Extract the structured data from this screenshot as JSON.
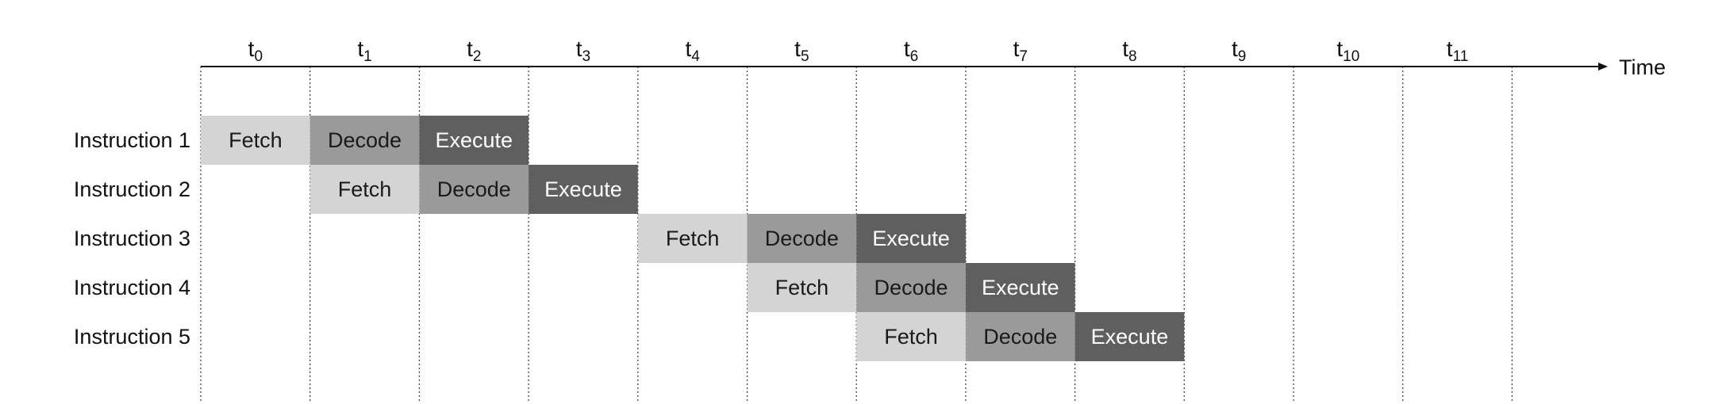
{
  "axis": {
    "label": "Time",
    "ticks": [
      {
        "base": "t",
        "sub": "0"
      },
      {
        "base": "t",
        "sub": "1"
      },
      {
        "base": "t",
        "sub": "2"
      },
      {
        "base": "t",
        "sub": "3"
      },
      {
        "base": "t",
        "sub": "4"
      },
      {
        "base": "t",
        "sub": "5"
      },
      {
        "base": "t",
        "sub": "6"
      },
      {
        "base": "t",
        "sub": "7"
      },
      {
        "base": "t",
        "sub": "8"
      },
      {
        "base": "t",
        "sub": "9"
      },
      {
        "base": "t",
        "sub": "10"
      },
      {
        "base": "t",
        "sub": "11"
      }
    ]
  },
  "stage_colors": {
    "Fetch": {
      "fill": "#d4d4d4",
      "text": "#1a1a1a"
    },
    "Decode": {
      "fill": "#9a9a9a",
      "text": "#1a1a1a"
    },
    "Execute": {
      "fill": "#5f5f5f",
      "text": "#ffffff"
    }
  },
  "instructions": [
    {
      "label": "Instruction 1",
      "stages": [
        {
          "name": "Fetch",
          "slot": 0
        },
        {
          "name": "Decode",
          "slot": 1
        },
        {
          "name": "Execute",
          "slot": 2
        }
      ]
    },
    {
      "label": "Instruction 2",
      "stages": [
        {
          "name": "Fetch",
          "slot": 1
        },
        {
          "name": "Decode",
          "slot": 2
        },
        {
          "name": "Execute",
          "slot": 3
        }
      ]
    },
    {
      "label": "Instruction 3",
      "stages": [
        {
          "name": "Fetch",
          "slot": 4
        },
        {
          "name": "Decode",
          "slot": 5
        },
        {
          "name": "Execute",
          "slot": 6
        }
      ]
    },
    {
      "label": "Instruction 4",
      "stages": [
        {
          "name": "Fetch",
          "slot": 5
        },
        {
          "name": "Decode",
          "slot": 6
        },
        {
          "name": "Execute",
          "slot": 7
        }
      ]
    },
    {
      "label": "Instruction 5",
      "stages": [
        {
          "name": "Fetch",
          "slot": 6
        },
        {
          "name": "Decode",
          "slot": 7
        },
        {
          "name": "Execute",
          "slot": 8
        }
      ]
    }
  ]
}
